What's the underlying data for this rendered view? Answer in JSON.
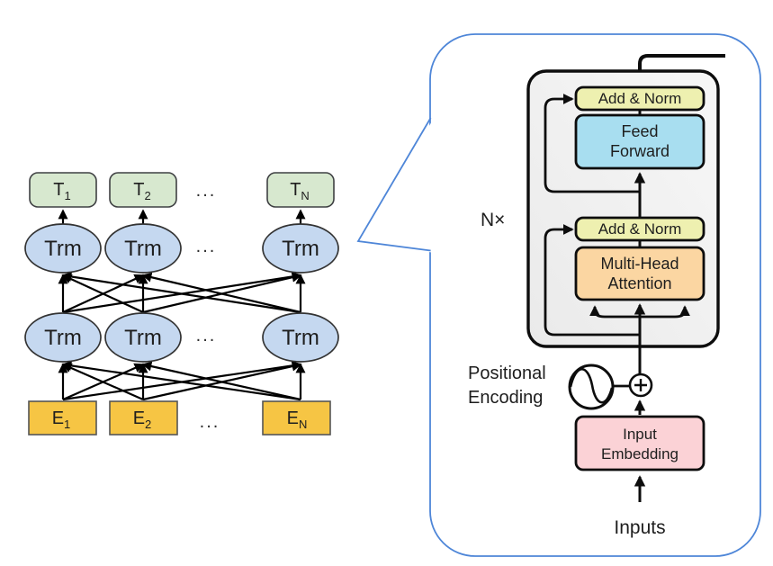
{
  "colors": {
    "bubble_stroke": "#4e86d8",
    "block_fill_light": "#f7f7f7",
    "block_fill_dark": "#eaeaea",
    "add_norm_fill": "#eef0b0",
    "feed_forward_fill": "#a8def0",
    "attention_fill": "#fbd6a2",
    "embedding_fill": "#fbd2d6",
    "output_box_fill": "#d7e8cf",
    "trm_fill": "#c5d8f0",
    "embedding_token_fill": "#f6c544",
    "line_color": "#000000"
  },
  "left_diagram": {
    "ellipsis": "...",
    "transformer_label": "Trm",
    "output_boxes": [
      {
        "base": "T",
        "sub": "1"
      },
      {
        "base": "T",
        "sub": "2"
      },
      {
        "base": "T",
        "sub": "N"
      }
    ],
    "embedding_boxes": [
      {
        "base": "E",
        "sub": "1"
      },
      {
        "base": "E",
        "sub": "2"
      },
      {
        "base": "E",
        "sub": "N"
      }
    ]
  },
  "callout": {
    "repeat_label": "N×",
    "add_norm_top": "Add & Norm",
    "feed_forward": [
      "Feed",
      "Forward"
    ],
    "add_norm_bottom": "Add & Norm",
    "multi_head_attention": [
      "Multi-Head",
      "Attention"
    ],
    "positional_encoding": [
      "Positional",
      "Encoding"
    ],
    "input_embedding": [
      "Input",
      "Embedding"
    ],
    "inputs_label": "Inputs"
  }
}
